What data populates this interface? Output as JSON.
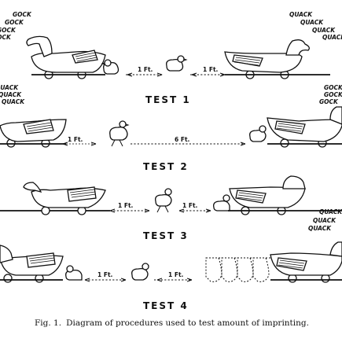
{
  "tests": [
    {
      "label": "TEST 1",
      "left_calls": [
        "GOCK",
        "GOCK",
        "GOCK",
        "GOCK"
      ],
      "right_calls": [
        "QUACK",
        "QUACK",
        "QUACK",
        "QUACK"
      ],
      "distances": [
        "1 Ft.",
        "1 Ft."
      ]
    },
    {
      "label": "TEST 2",
      "left_calls": [
        "QUACK",
        "QUACK",
        "QUACK"
      ],
      "right_calls": [
        "GOCK",
        "GOCK",
        "GOCK"
      ],
      "distances": [
        "1 Ft.",
        "6 Ft."
      ]
    },
    {
      "label": "TEST 3",
      "left_calls": [],
      "right_calls": [],
      "distances": [
        "1 Ft.",
        "1 Ft."
      ]
    },
    {
      "label": "TEST 4",
      "left_calls": [],
      "right_calls": [
        "QUACK",
        "QUACK",
        "QUACK"
      ],
      "distances": [
        "1 Ft.",
        "1 Ft."
      ]
    }
  ],
  "caption": {
    "fig_label": "Fig. 1.",
    "text": "Diagram of procedures used to test amount of imprinting."
  },
  "colors": {
    "ink": "#111111",
    "background": "#ffffff"
  }
}
